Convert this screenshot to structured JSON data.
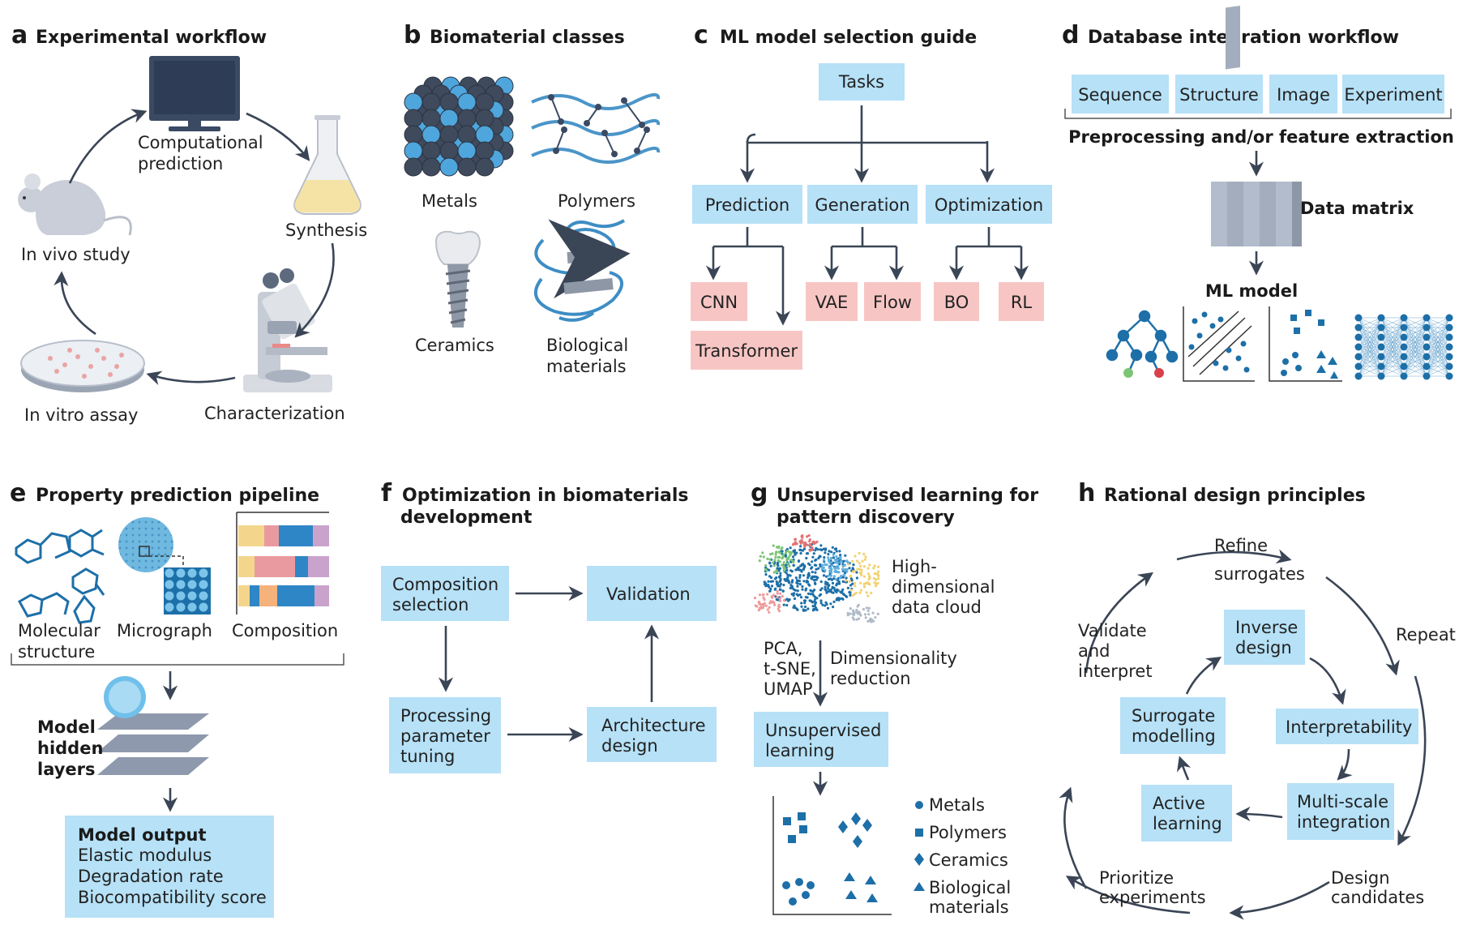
{
  "panels": {
    "a": {
      "letter": "a",
      "title": "Experimental workflow",
      "labels": [
        "Computational",
        "prediction",
        "Synthesis",
        "Characterization",
        "In vitro assay",
        "In vivo study"
      ]
    },
    "b": {
      "letter": "b",
      "title": "Biomaterial classes",
      "labels": [
        "Metals",
        "Polymers",
        "Ceramics",
        "Biological",
        "materials"
      ]
    },
    "c": {
      "letter": "c",
      "title": "ML model selection guide",
      "root": "Tasks",
      "tasks": [
        "Prediction",
        "Generation",
        "Optimization"
      ],
      "models": [
        "CNN",
        "Transformer",
        "VAE",
        "Flow",
        "BO",
        "RL"
      ]
    },
    "d": {
      "letter": "d",
      "title": "Database integration workflow",
      "sources": [
        "Sequence",
        "Structure",
        "Image",
        "Experiment"
      ],
      "preprocess": "Preprocessing and/or feature extraction",
      "matrix": "Data matrix",
      "model": "ML model"
    },
    "e": {
      "letter": "e",
      "title": "Property prediction pipeline",
      "inputs": [
        "Molecular",
        "structure",
        "Micrograph",
        "Composition"
      ],
      "hidden": [
        "Model",
        "hidden",
        "layers"
      ],
      "output_title": "Model output",
      "outputs": [
        "Elastic modulus",
        "Degradation rate",
        "Biocompatibility score"
      ]
    },
    "f": {
      "letter": "f",
      "title1": "Optimization in biomaterials",
      "title2": "development",
      "boxes": [
        [
          "Composition",
          "selection"
        ],
        [
          "Validation"
        ],
        [
          "Processing",
          "parameter",
          "tuning"
        ],
        [
          "Architecture",
          "design"
        ]
      ]
    },
    "g": {
      "letter": "g",
      "title1": "Unsupervised learning for",
      "title2": "pattern discovery",
      "cloud": [
        "High-",
        "dimensional",
        "data cloud"
      ],
      "methods": [
        "PCA,",
        "t-SNE,",
        "UMAP"
      ],
      "reduction": [
        "Dimensionality",
        "reduction"
      ],
      "box": [
        "Unsupervised",
        "learning"
      ],
      "legend": [
        "Metals",
        "Polymers",
        "Ceramics",
        "Biological",
        "materials"
      ]
    },
    "h": {
      "letter": "h",
      "title": "Rational design principles",
      "outer": [
        "Refine",
        "surrogates",
        "Repeat",
        "Design",
        "candidates",
        "Prioritize",
        "experiments",
        "Validate",
        "and",
        "interpret"
      ],
      "inner": [
        [
          "Inverse",
          "design"
        ],
        [
          "Interpretability"
        ],
        [
          "Multi-scale",
          "integration"
        ],
        [
          "Active",
          "learning"
        ],
        [
          "Surrogate",
          "modelling"
        ]
      ]
    }
  },
  "colors": {
    "box_blue": "#b6e1f7",
    "box_pink": "#f7c6c4",
    "arrow": "#3a4556",
    "accent": "#2a7ab8"
  }
}
